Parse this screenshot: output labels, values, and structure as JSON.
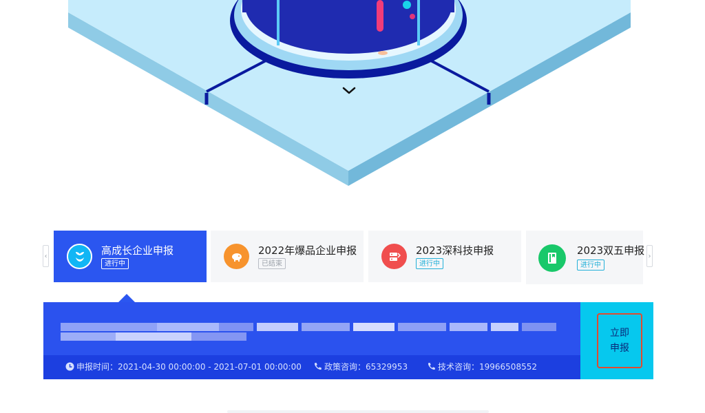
{
  "tabs": [
    {
      "title": "高成长企业申报",
      "status": "进行中",
      "active": true,
      "icon": "plant-icon",
      "color": "#11b6f5"
    },
    {
      "title": "2022年爆品企业申报",
      "status": "已结束",
      "active": false,
      "icon": "piggy-bank-icon",
      "color": "#f7932d"
    },
    {
      "title": "2023深科技申报",
      "status": "进行中",
      "active": false,
      "icon": "server-icon",
      "color": "#f04e4e"
    },
    {
      "title": "2023双五申报",
      "status": "进行中",
      "active": false,
      "icon": "book-icon",
      "color": "#19c86a"
    }
  ],
  "nav": {
    "prev": "‹",
    "next": "›"
  },
  "panel": {
    "apply_label": "立即申报",
    "time_label": "申报时间：2021-04-30 00:00:00 - 2021-07-01 00:00:00",
    "policy_label": "政策咨询：65329953",
    "tech_label": "技术咨询：19966508552"
  },
  "colors": {
    "primary": "#2b56f0",
    "accent": "#06c8ee",
    "highlight": "#e34a2d"
  }
}
